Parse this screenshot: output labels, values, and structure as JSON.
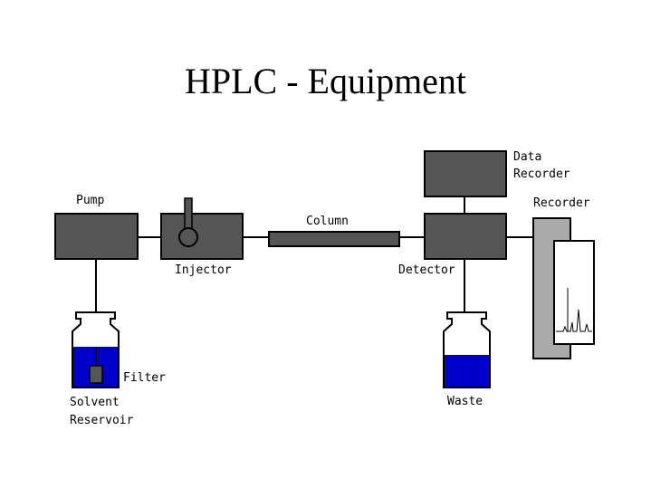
{
  "title": "HPLC - Equipment",
  "labels": {
    "pump": "Pump",
    "injector": "Injector",
    "column": "Column",
    "detector": "Detector",
    "data_recorder_line1": "Data",
    "data_recorder_line2": "Recorder",
    "recorder": "Recorder",
    "filter": "Filter",
    "solvent_reservoir_line1": "Solvent",
    "solvent_reservoir_line2": "Reservoir",
    "waste": "Waste"
  },
  "colors": {
    "box_fill": "#555555",
    "recorder_fill": "#aaaaaa",
    "liquid": "#0000cc",
    "line": "#000000",
    "background": "#ffffff"
  }
}
